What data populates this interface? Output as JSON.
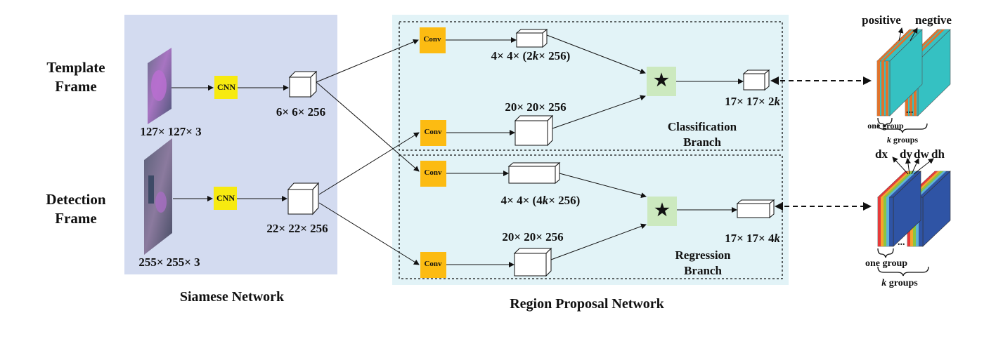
{
  "colors": {
    "siamese_bg": "#d3dbf0",
    "rpn_bg": "#e2f3f7",
    "cnn_box": "#f7ea10",
    "conv_box": "#fcbb12",
    "corr_box": "#cce9bf",
    "cls_orange": "#e1732c",
    "cls_teal": "#35c1c2",
    "reg_blue": "#2f54a5"
  },
  "labels": {
    "template_frame": [
      "Template",
      "Frame"
    ],
    "detection_frame": [
      "Detection",
      "Frame"
    ],
    "template_size": "127× 127× 3",
    "detection_size": "255× 255× 3",
    "cnn": "CNN",
    "template_feat": "6× 6× 256",
    "detection_feat": "22× 22× 256",
    "siamese_title": "Siamese Network",
    "rpn_title": "Region Proposal Network",
    "conv": "Conv",
    "cls_template_kernel": {
      "pre": "4× 4× (2",
      "k": "k",
      "post": "× 256)"
    },
    "cls_search_feat": "20× 20× 256",
    "reg_template_kernel": {
      "pre": "4× 4× (4",
      "k": "k",
      "post": "× 256)"
    },
    "reg_search_feat": "20× 20× 256",
    "correlation_symbol": "★",
    "cls_output": {
      "pre": "17× 17× 2",
      "k": "k"
    },
    "reg_output": {
      "pre": "17× 17× 4",
      "k": "k"
    },
    "cls_branch": [
      "Classification",
      "Branch"
    ],
    "reg_branch": [
      "Regression",
      "Branch"
    ],
    "positive": "positive",
    "negtive": "negtive",
    "dx": "dx",
    "dy": "dy",
    "dw": "dw",
    "dh": "dh",
    "one_group": "one group",
    "k_groups": {
      "k": "k",
      "text": " groups"
    },
    "ellipsis": "..."
  }
}
